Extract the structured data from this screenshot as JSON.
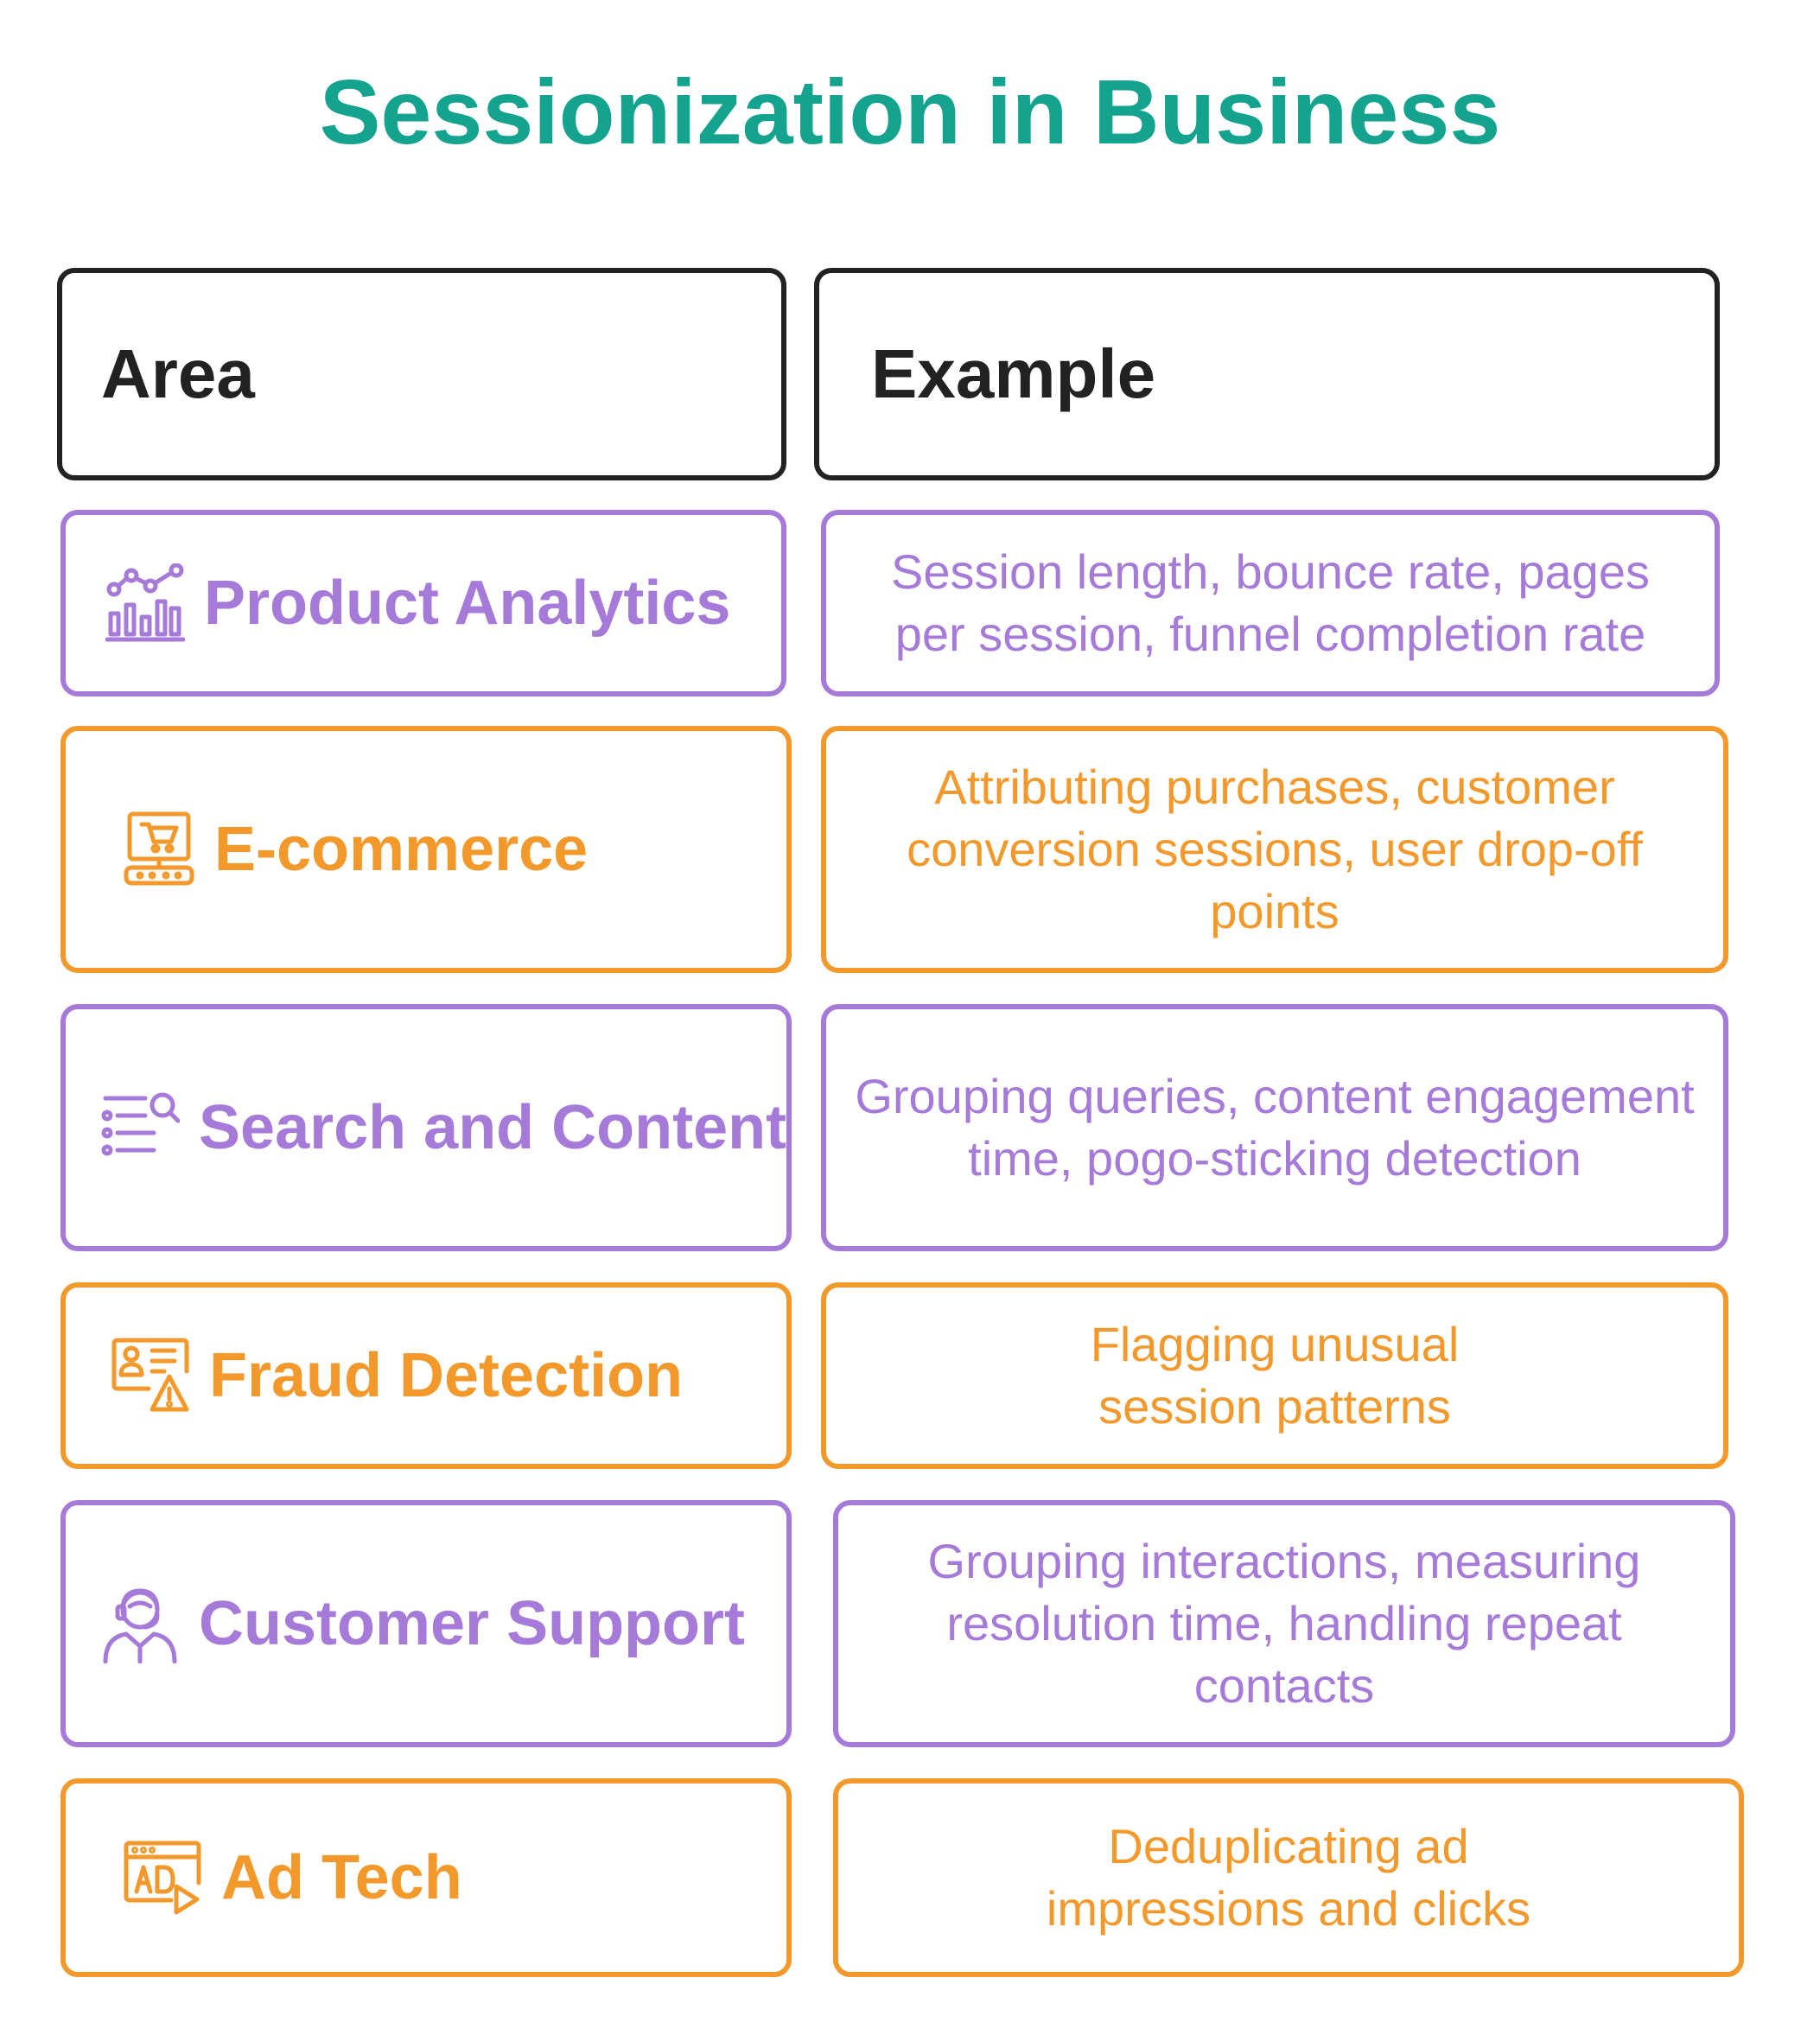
{
  "title": "Sessionization in Business",
  "headers": {
    "area": "Area",
    "example": "Example"
  },
  "rows": [
    {
      "area": "Product Analytics",
      "icon": "analytics-chart-icon",
      "color": "#a57ad8",
      "example": "Session length, bounce rate, pages per session, funnel completion rate"
    },
    {
      "area": "E-commerce",
      "icon": "shopping-cart-computer-icon",
      "color": "#f3992c",
      "example": "Attributing purchases, customer conversion sessions, user drop-off points"
    },
    {
      "area": "Search and Content",
      "icon": "search-list-icon",
      "color": "#a57ad8",
      "example": "Grouping queries, content engagement time, pogo-sticking detection"
    },
    {
      "area": "Fraud Detection",
      "icon": "fraud-alert-icon",
      "color": "#f3992c",
      "example": "Flagging unusual session patterns"
    },
    {
      "area": "Customer Support",
      "icon": "support-agent-icon",
      "color": "#a57ad8",
      "example": "Grouping interactions, measuring resolution time, handling repeat contacts"
    },
    {
      "area": "Ad Tech",
      "icon": "ad-video-icon",
      "color": "#f3992c",
      "example": "Deduplicating ad impressions and clicks"
    }
  ]
}
